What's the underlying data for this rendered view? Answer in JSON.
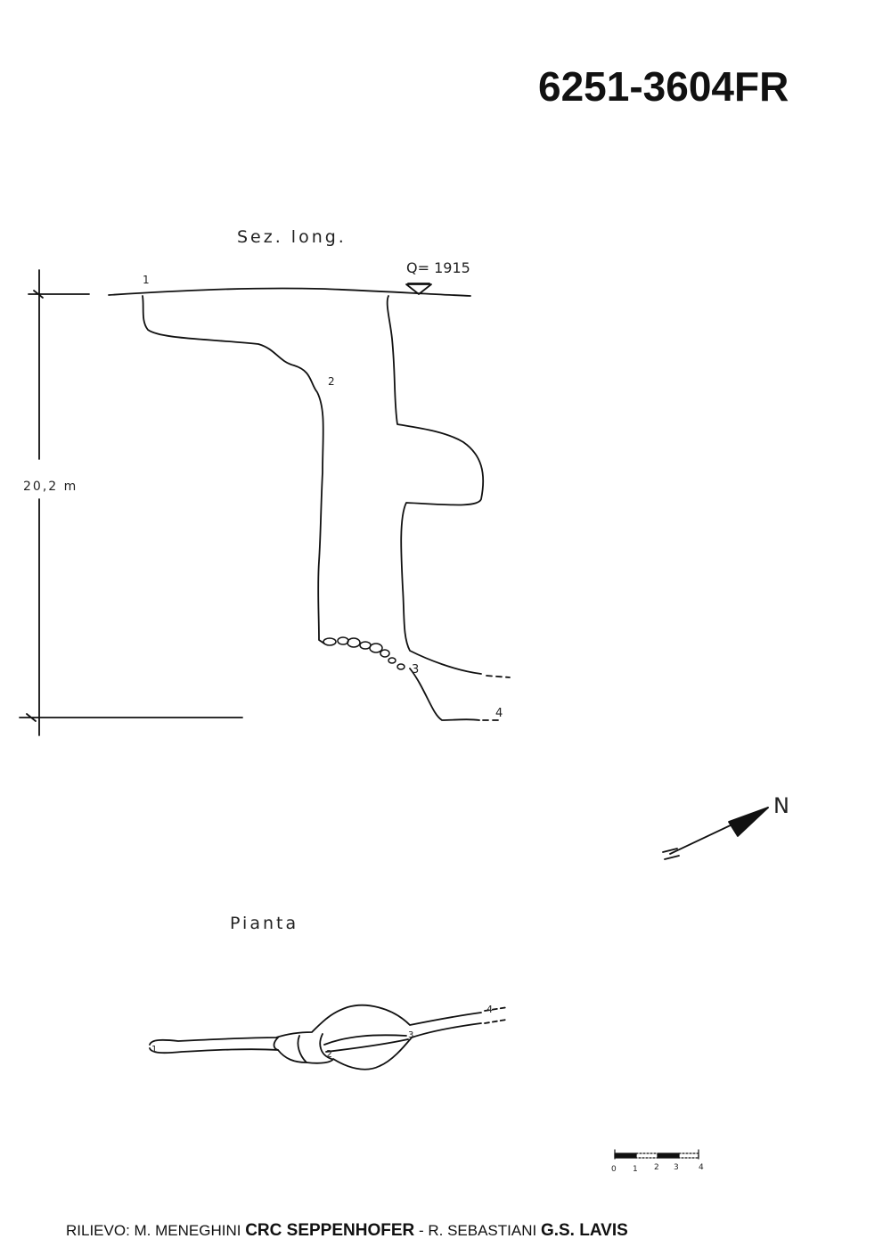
{
  "header": {
    "cave_id": "6251-3604FR"
  },
  "section": {
    "title": "Sez. long.",
    "elevation": "Q= 1915",
    "depth_label": "20,2 m",
    "stations": [
      "1",
      "2",
      "3",
      "4"
    ]
  },
  "plan": {
    "title": "Pianta",
    "stations": [
      "1",
      "2",
      "3",
      "4"
    ]
  },
  "north": {
    "label": "N"
  },
  "scale": {
    "ticks": [
      "0",
      "1",
      "2",
      "3",
      "4"
    ]
  },
  "credits": {
    "prefix": "RILIEVO: M. MENEGHINI ",
    "group1": "CRC SEPPENHOFER",
    "separator": " - R. SEBASTIANI ",
    "group2": "G.S. LAVIS"
  }
}
